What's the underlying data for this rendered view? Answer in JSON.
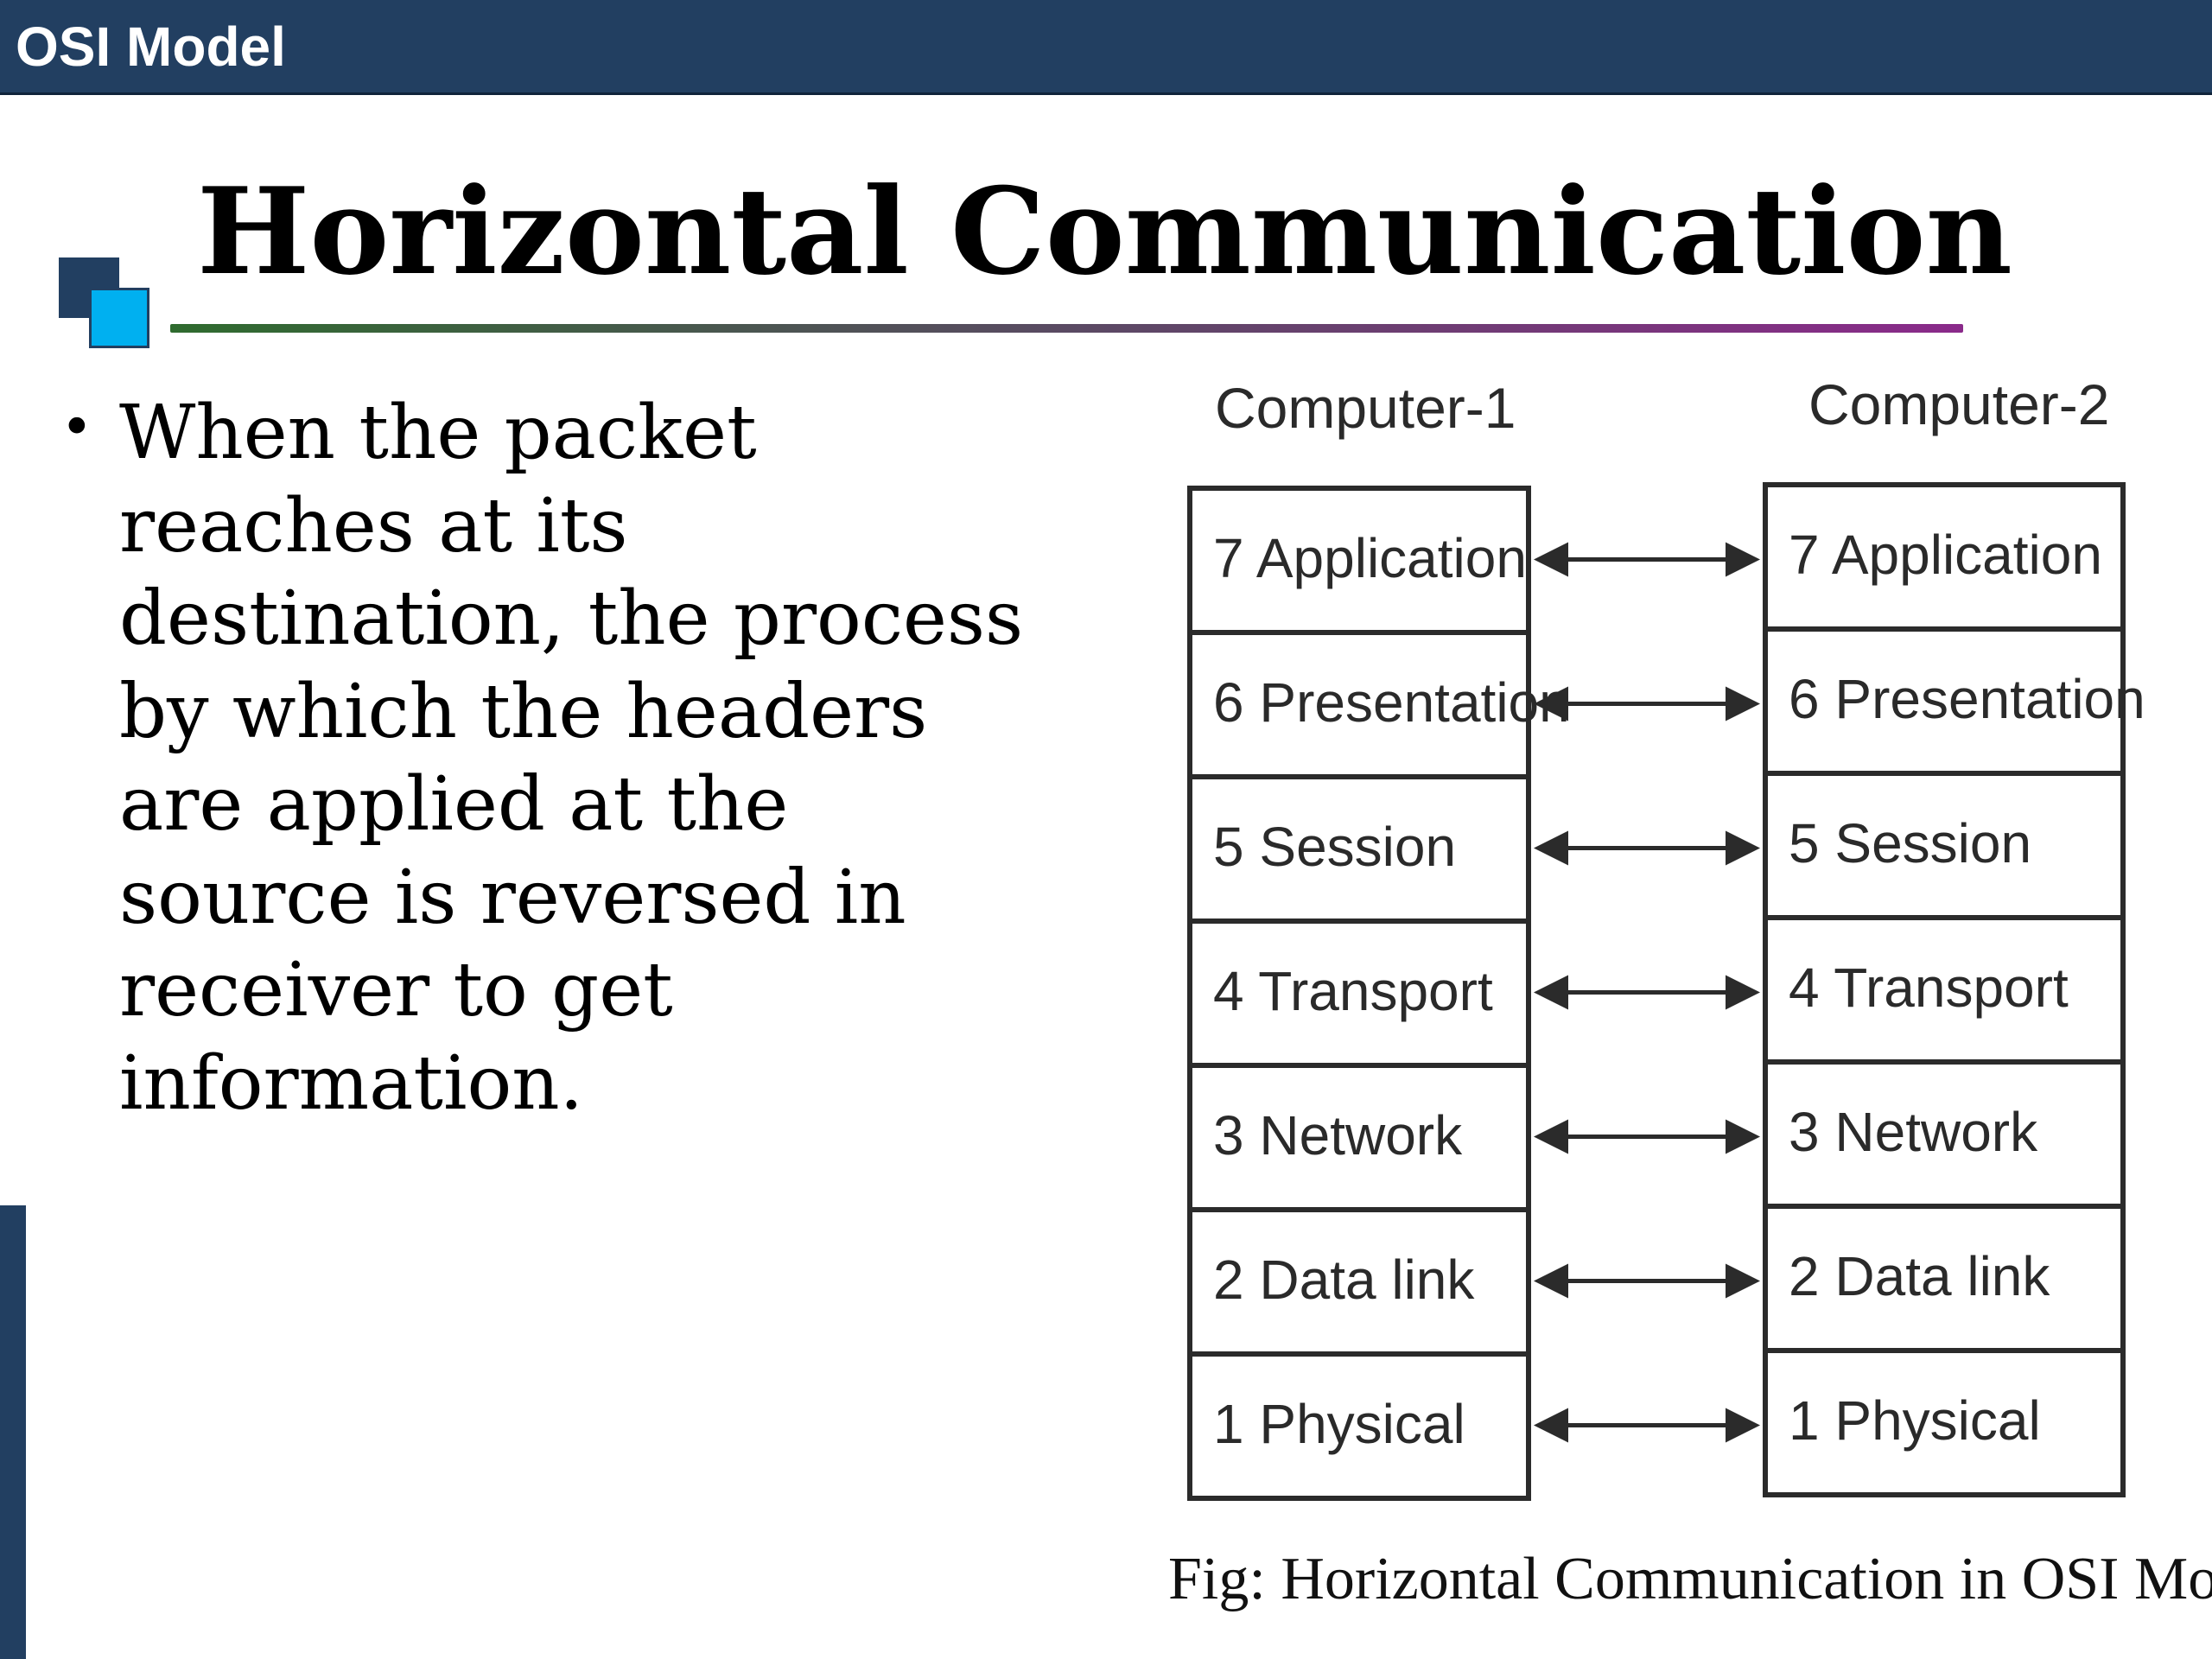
{
  "header": {
    "bar_title": "OSI Model"
  },
  "slide": {
    "title": "Horizontal Communication",
    "bullet": "When the packet reaches at its destination, the process by which the headers are applied at the source is reversed in receiver to get information."
  },
  "diagram": {
    "left_heading": "Computer-1",
    "right_heading": "Computer-2",
    "layers": [
      "7 Application",
      "6 Presentation",
      "5 Session",
      "4 Transport",
      "3 Network",
      "2 Data link",
      "1 Physical"
    ],
    "caption": "Fig: Horizontal Communication in OSI Model."
  },
  "colors": {
    "header_bar": "#223f61",
    "accent_square": "#00b0f0"
  }
}
